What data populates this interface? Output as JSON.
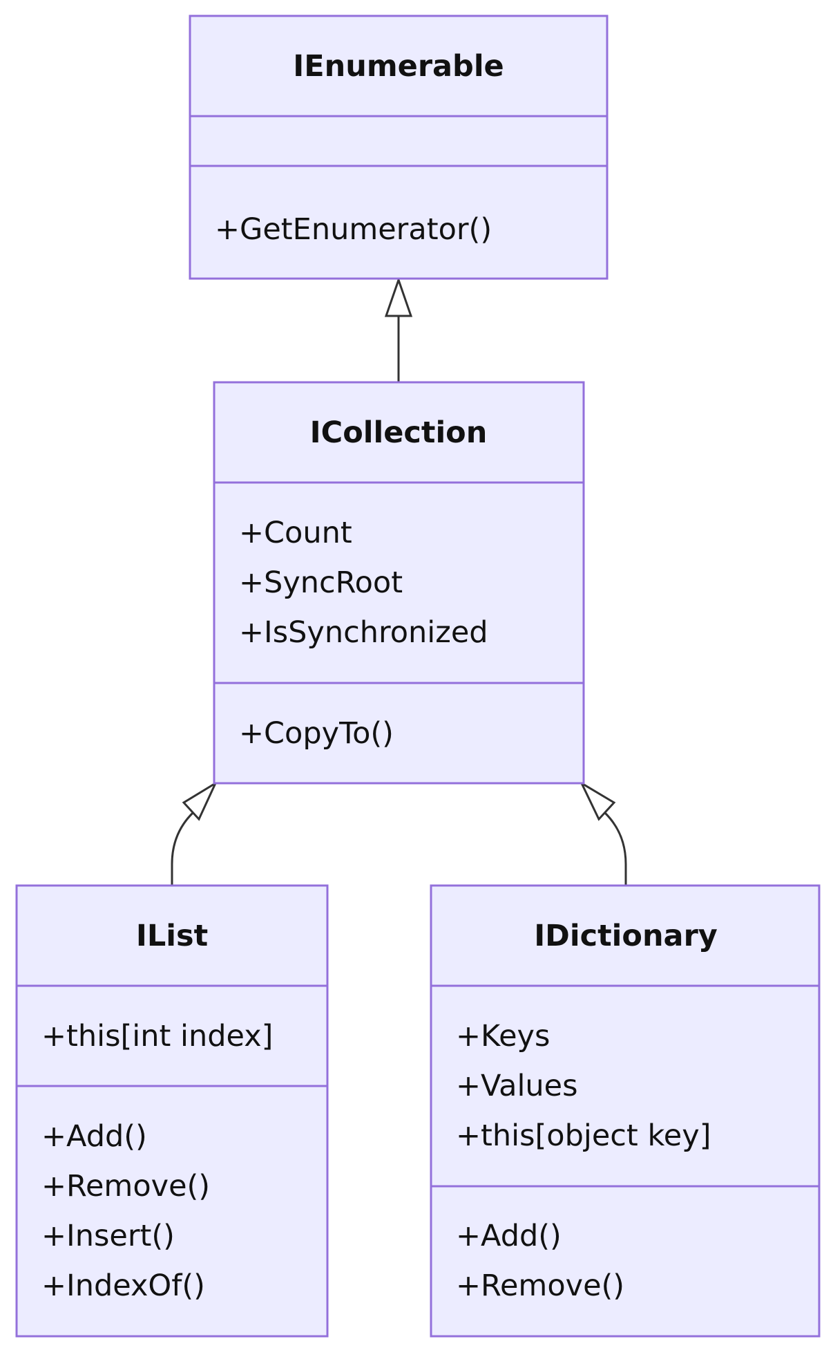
{
  "classes": {
    "ienumerable": {
      "name": "IEnumerable",
      "attributes": [],
      "methods": [
        "+GetEnumerator()"
      ]
    },
    "icollection": {
      "name": "ICollection",
      "attributes": [
        "+Count",
        "+SyncRoot",
        "+IsSynchronized"
      ],
      "methods": [
        "+CopyTo()"
      ]
    },
    "ilist": {
      "name": "IList",
      "attributes": [
        "+this[int index]"
      ],
      "methods": [
        "+Add()",
        "+Remove()",
        "+Insert()",
        "+IndexOf()"
      ]
    },
    "idictionary": {
      "name": "IDictionary",
      "attributes": [
        "+Keys",
        "+Values",
        "+this[object key]"
      ],
      "methods": [
        "+Add()",
        "+Remove()"
      ]
    }
  },
  "relations": [
    {
      "child": "ICollection",
      "parent": "IEnumerable",
      "type": "inheritance"
    },
    {
      "child": "IList",
      "parent": "ICollection",
      "type": "inheritance"
    },
    {
      "child": "IDictionary",
      "parent": "ICollection",
      "type": "inheritance"
    }
  ]
}
